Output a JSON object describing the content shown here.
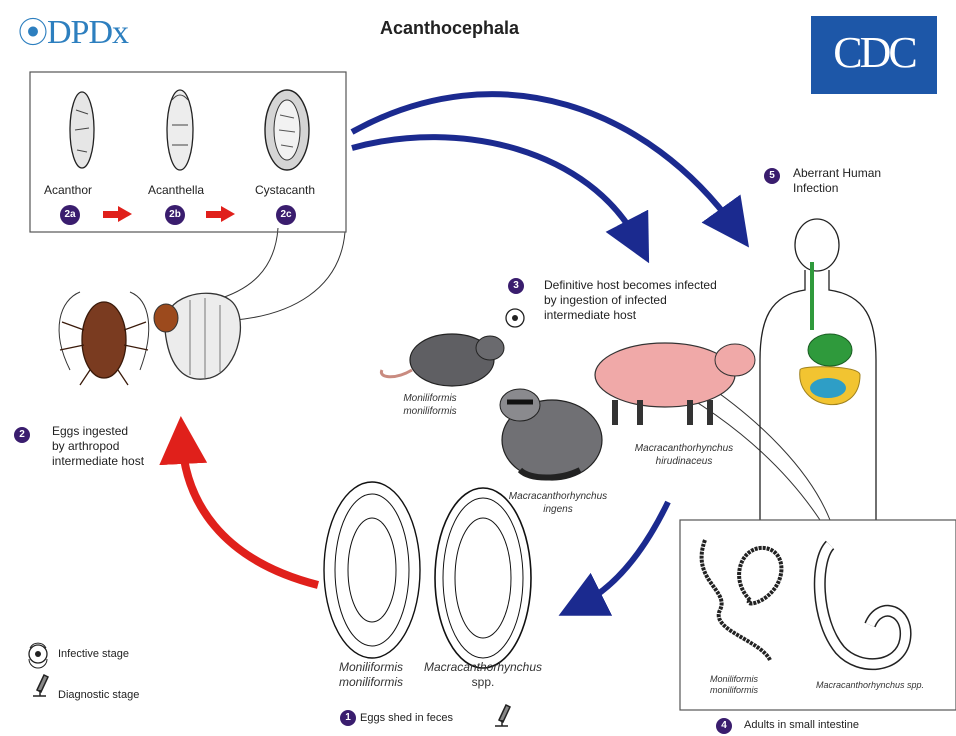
{
  "header": {
    "logo_left": "DPDx",
    "title": "Acanthocephala",
    "logo_right": "CDC"
  },
  "stages_box": {
    "items": [
      {
        "label": "Acanthor",
        "badge": "2a"
      },
      {
        "label": "Acanthella",
        "badge": "2b"
      },
      {
        "label": "Cystacanth",
        "badge": "2c"
      }
    ]
  },
  "steps": {
    "s2": {
      "badge": "2",
      "line1": "Eggs ingested",
      "line2": "by arthropod",
      "line3": "intermediate host"
    },
    "s3": {
      "badge": "3",
      "line1": "Definitive host becomes infected",
      "line2": "by ingestion of infected",
      "line3": "intermediate host"
    },
    "s5": {
      "badge": "5",
      "line1": "Aberrant Human",
      "line2": "Infection"
    },
    "s1": {
      "badge": "1",
      "text": "Eggs shed in feces"
    },
    "s4": {
      "badge": "4",
      "text": "Adults in small intestine"
    }
  },
  "hosts": {
    "rat": {
      "line1": "Moniliformis",
      "line2": "moniliformis"
    },
    "raccoon": {
      "line1": "Macracanthorhynchus",
      "line2": "ingens"
    },
    "pig": {
      "line1": "Macracanthorhynchus",
      "line2": "hirudinaceus"
    }
  },
  "eggs": {
    "egg1": {
      "line1": "Moniliformis",
      "line2": "moniliformis"
    },
    "egg2": {
      "line1": "Macracanthorhynchus",
      "line2": "spp."
    }
  },
  "adults_box": {
    "worm1": {
      "line1": "Moniliformis",
      "line2": "moniliformis"
    },
    "worm2": "Macracanthorhynchus spp."
  },
  "legend": {
    "infective": "Infective stage",
    "diagnostic": "Diagnostic stage"
  },
  "colors": {
    "badge": "#3a1d6e",
    "blue_arrow": "#1b2a8f",
    "red_arrow": "#e0201b",
    "logo_blue": "#2d7fbf",
    "cdc_blue": "#1d57a8"
  }
}
